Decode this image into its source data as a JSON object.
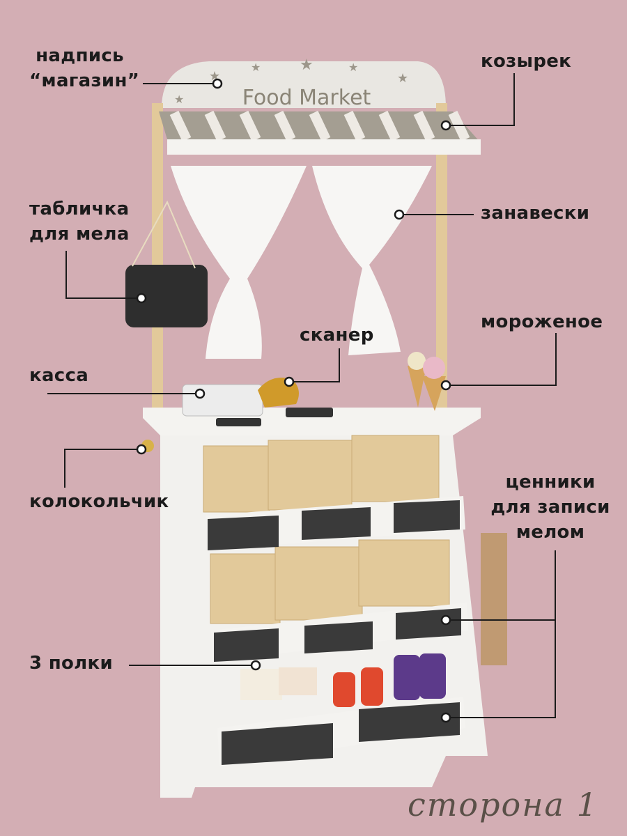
{
  "sign_text": "Food Market",
  "labels": {
    "sign": [
      "надпись",
      "“магазин”"
    ],
    "awning": "козырек",
    "chalkboard": [
      "табличка",
      "для мела"
    ],
    "curtains": "занавески",
    "ice_cream": "мороженое",
    "scanner": "сканер",
    "register": "касса",
    "bell": "колокольчик",
    "price_tags": [
      "ценники",
      "для записи",
      "мелом"
    ],
    "shelves": "3 полки"
  },
  "side_label": "сторона 1",
  "colors": {
    "background": "#d3aeb4",
    "label_text": "#1b1b1b",
    "side_text": "#5a5048",
    "stand": "#f2f1ee",
    "wood": "#e2c99a",
    "chalk": "#3a3a3a"
  }
}
